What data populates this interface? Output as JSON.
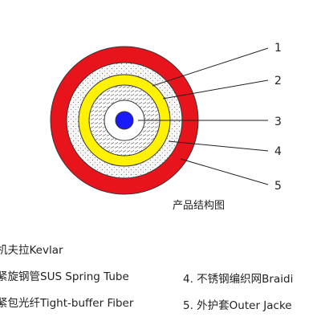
{
  "colors": {
    "outer_jacket": "#e8141c",
    "braiding": "#f2f2f2",
    "yellow_layer": "#fff200",
    "fiber_core": "#1a1aff",
    "outline": "#333333",
    "leader_line": "#222222"
  },
  "callouts": [
    "1",
    "2",
    "3",
    "4",
    "5"
  ],
  "caption": "产品结构图",
  "legend": [
    {
      "text": "机夫拉Kevlar"
    },
    {
      "text": "紧旋钢管SUS Spring Tube"
    },
    {
      "text": "紧包光纤Tight-buffer Fiber"
    },
    {
      "text": "4. 不锈钢编织网Braidi"
    },
    {
      "text": "5. 外护套Outer Jacke"
    }
  ]
}
